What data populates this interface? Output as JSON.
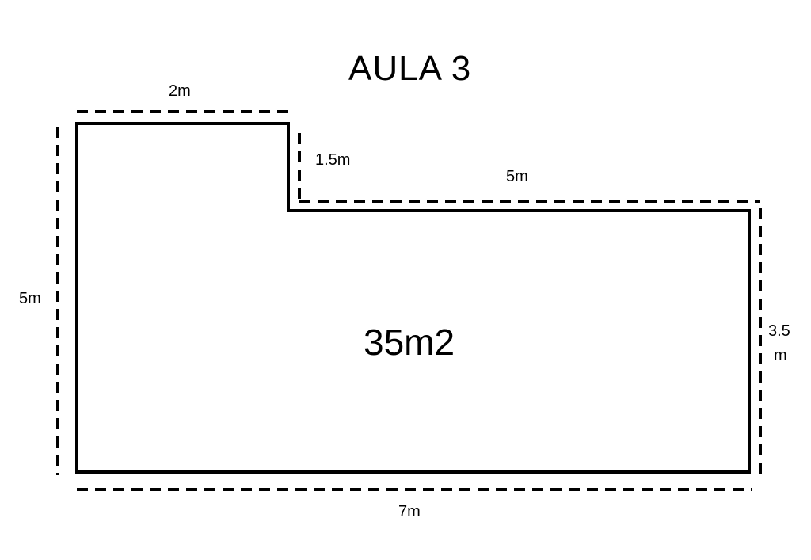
{
  "title": "AULA 3",
  "area_label": "35m2",
  "dimensions": {
    "top_left_width": "2m",
    "step_height": "1.5m",
    "top_right_width": "5m",
    "left_height": "5m",
    "right_height_line1": "3.5",
    "right_height_line2": "m",
    "bottom_width": "7m"
  },
  "colors": {
    "line": "#000000",
    "background": "#ffffff"
  }
}
